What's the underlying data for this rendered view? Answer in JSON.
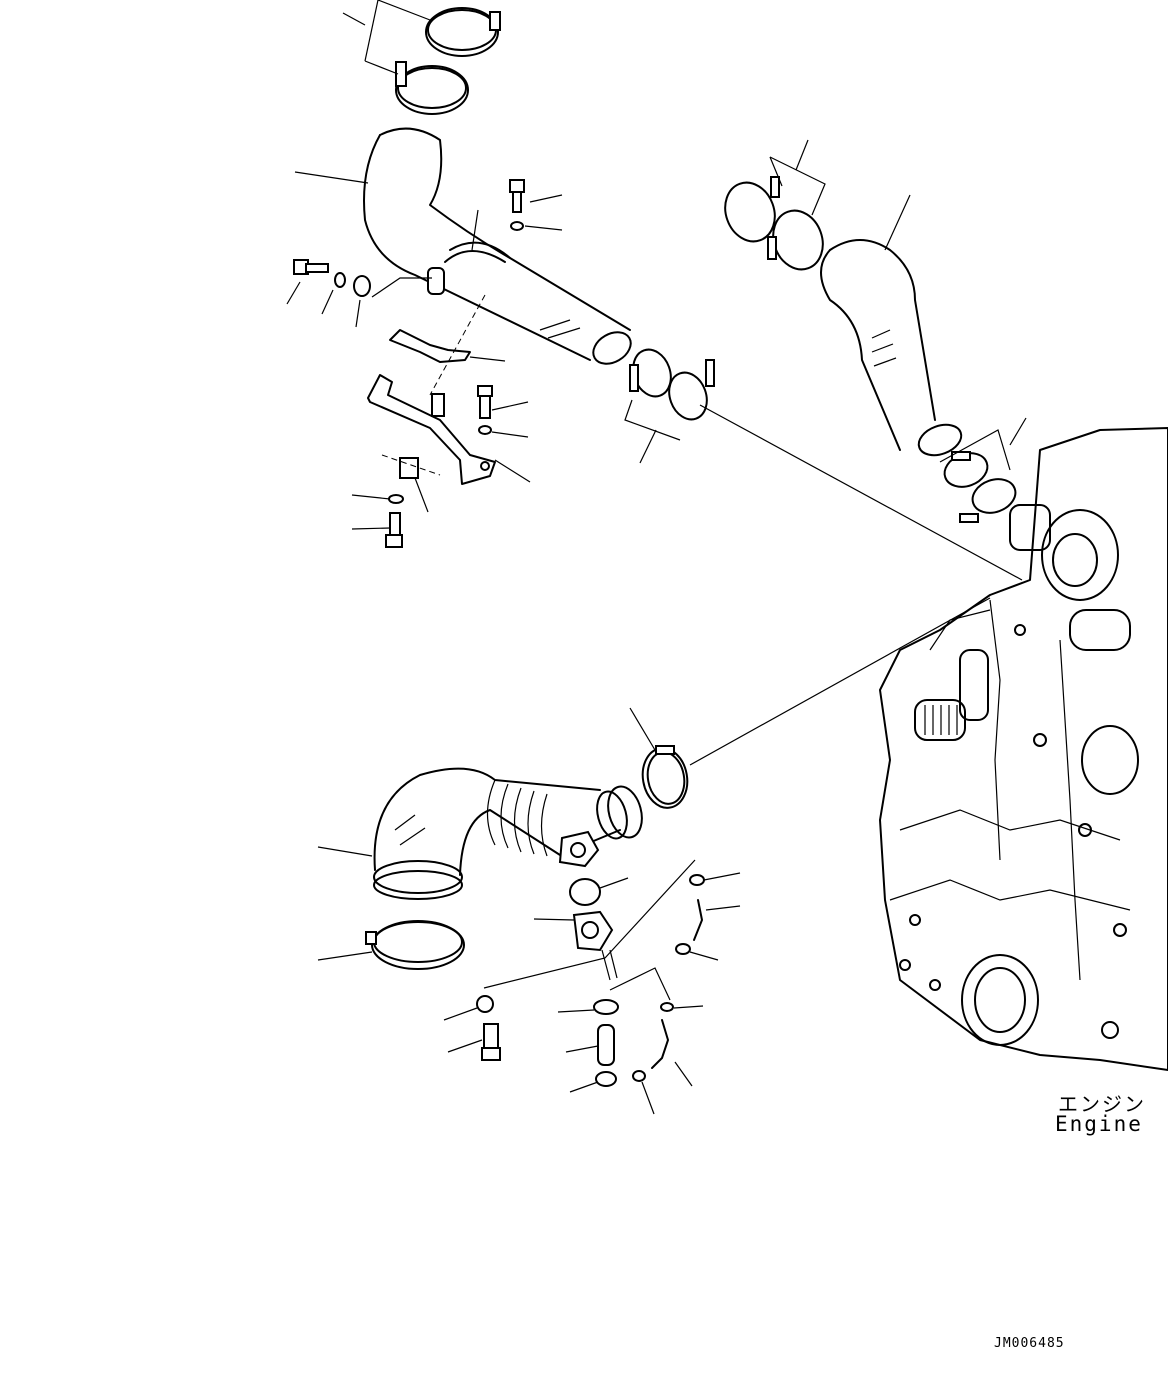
{
  "labels": {
    "engine_ja": "エンジン",
    "engine_en": "Engine",
    "drawing_code": "JM006485"
  },
  "colors": {
    "ink": "#000000",
    "paper": "#ffffff"
  }
}
